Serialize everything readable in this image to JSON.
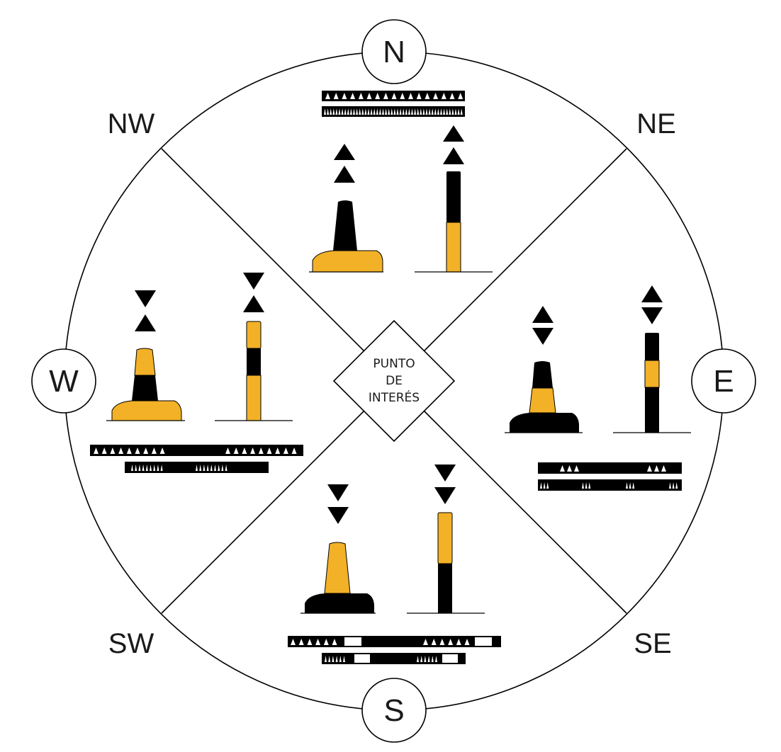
{
  "colors": {
    "yellow": "#F2B127",
    "black": "#000000",
    "line": "#000000",
    "background": "#ffffff"
  },
  "center": {
    "line1": "PUNTO",
    "line2": "DE",
    "line3": "INTERÉS"
  },
  "compass": {
    "cardinals": {
      "n": "N",
      "s": "S",
      "e": "E",
      "w": "W"
    },
    "intercardinals": {
      "ne": "NE",
      "nw": "NW",
      "se": "SE",
      "sw": "SW"
    }
  },
  "marks": [
    {
      "direction": "N",
      "topmark": "two cones pointing up",
      "body": "black over yellow",
      "light": "continuous quick flashing"
    },
    {
      "direction": "E",
      "topmark": "cones base to base",
      "body": "black with yellow band",
      "light": "groups of 3 flashes"
    },
    {
      "direction": "S",
      "topmark": "two cones pointing down",
      "body": "yellow over black",
      "light": "groups of 6 flashes plus long flash"
    },
    {
      "direction": "W",
      "topmark": "cones point to point",
      "body": "yellow with black band",
      "light": "groups of 9 flashes"
    }
  ]
}
